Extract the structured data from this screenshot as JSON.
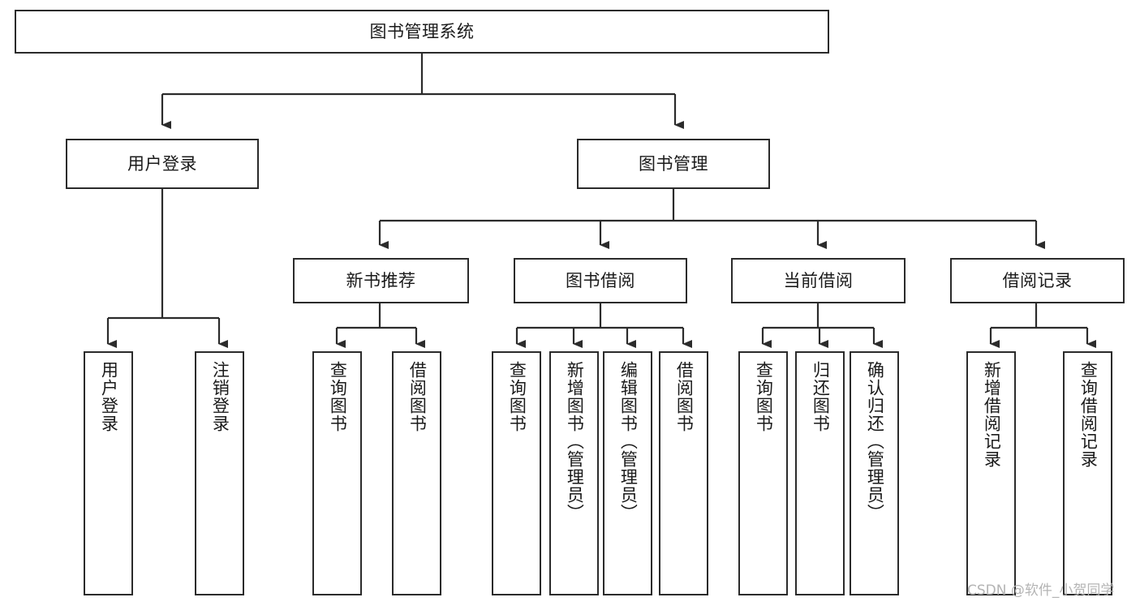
{
  "diagram": {
    "title": "图书管理系统",
    "type": "tree-hierarchy-chart",
    "colors": {
      "box_border": "#2b2b2b",
      "box_fill": "#ffffff",
      "connector": "#2b2b2b",
      "text": "#1a1a1a",
      "watermark": "#b4b4b4",
      "background": "#ffffff"
    },
    "nodes": {
      "root": {
        "label": "图书管理系统",
        "level": 1,
        "orientation": "horizontal"
      },
      "level2": [
        {
          "id": "user-login",
          "label": "用户登录",
          "orientation": "horizontal"
        },
        {
          "id": "book-manage",
          "label": "图书管理",
          "orientation": "horizontal"
        }
      ],
      "level3": [
        {
          "id": "new-book-recommend",
          "label": "新书推荐",
          "orientation": "horizontal"
        },
        {
          "id": "book-borrow",
          "label": "图书借阅",
          "orientation": "horizontal"
        },
        {
          "id": "current-borrow",
          "label": "当前借阅",
          "orientation": "horizontal"
        },
        {
          "id": "borrow-record",
          "label": "借阅记录",
          "orientation": "horizontal"
        }
      ],
      "leaves": [
        {
          "id": "leaf-user-login",
          "label": "用户登录",
          "parent": "user-login",
          "orientation": "vertical"
        },
        {
          "id": "leaf-user-logout",
          "label": "注销登录",
          "parent": "user-login",
          "orientation": "vertical"
        },
        {
          "id": "leaf-query-book-1",
          "label": "查询图书",
          "parent": "new-book-recommend",
          "orientation": "vertical"
        },
        {
          "id": "leaf-borrow-book-1",
          "label": "借阅图书",
          "parent": "new-book-recommend",
          "orientation": "vertical"
        },
        {
          "id": "leaf-query-book-2",
          "label": "查询图书",
          "parent": "book-borrow",
          "orientation": "vertical"
        },
        {
          "id": "leaf-add-book",
          "label": "新增图书（管理员）",
          "parent": "book-borrow",
          "orientation": "vertical"
        },
        {
          "id": "leaf-edit-book",
          "label": "编辑图书（管理员）",
          "parent": "book-borrow",
          "orientation": "vertical"
        },
        {
          "id": "leaf-borrow-book-2",
          "label": "借阅图书",
          "parent": "book-borrow",
          "orientation": "vertical"
        },
        {
          "id": "leaf-query-book-3",
          "label": "查询图书",
          "parent": "current-borrow",
          "orientation": "vertical"
        },
        {
          "id": "leaf-return-book",
          "label": "归还图书",
          "parent": "current-borrow",
          "orientation": "vertical"
        },
        {
          "id": "leaf-confirm-return",
          "label": "确认归还（管理员）",
          "parent": "current-borrow",
          "orientation": "vertical"
        },
        {
          "id": "leaf-add-record",
          "label": "新增借阅记录",
          "parent": "borrow-record",
          "orientation": "vertical"
        },
        {
          "id": "leaf-query-record",
          "label": "查询借阅记录",
          "parent": "borrow-record",
          "orientation": "vertical"
        }
      ]
    },
    "watermark": "CSDN @软件_小贺同学"
  }
}
